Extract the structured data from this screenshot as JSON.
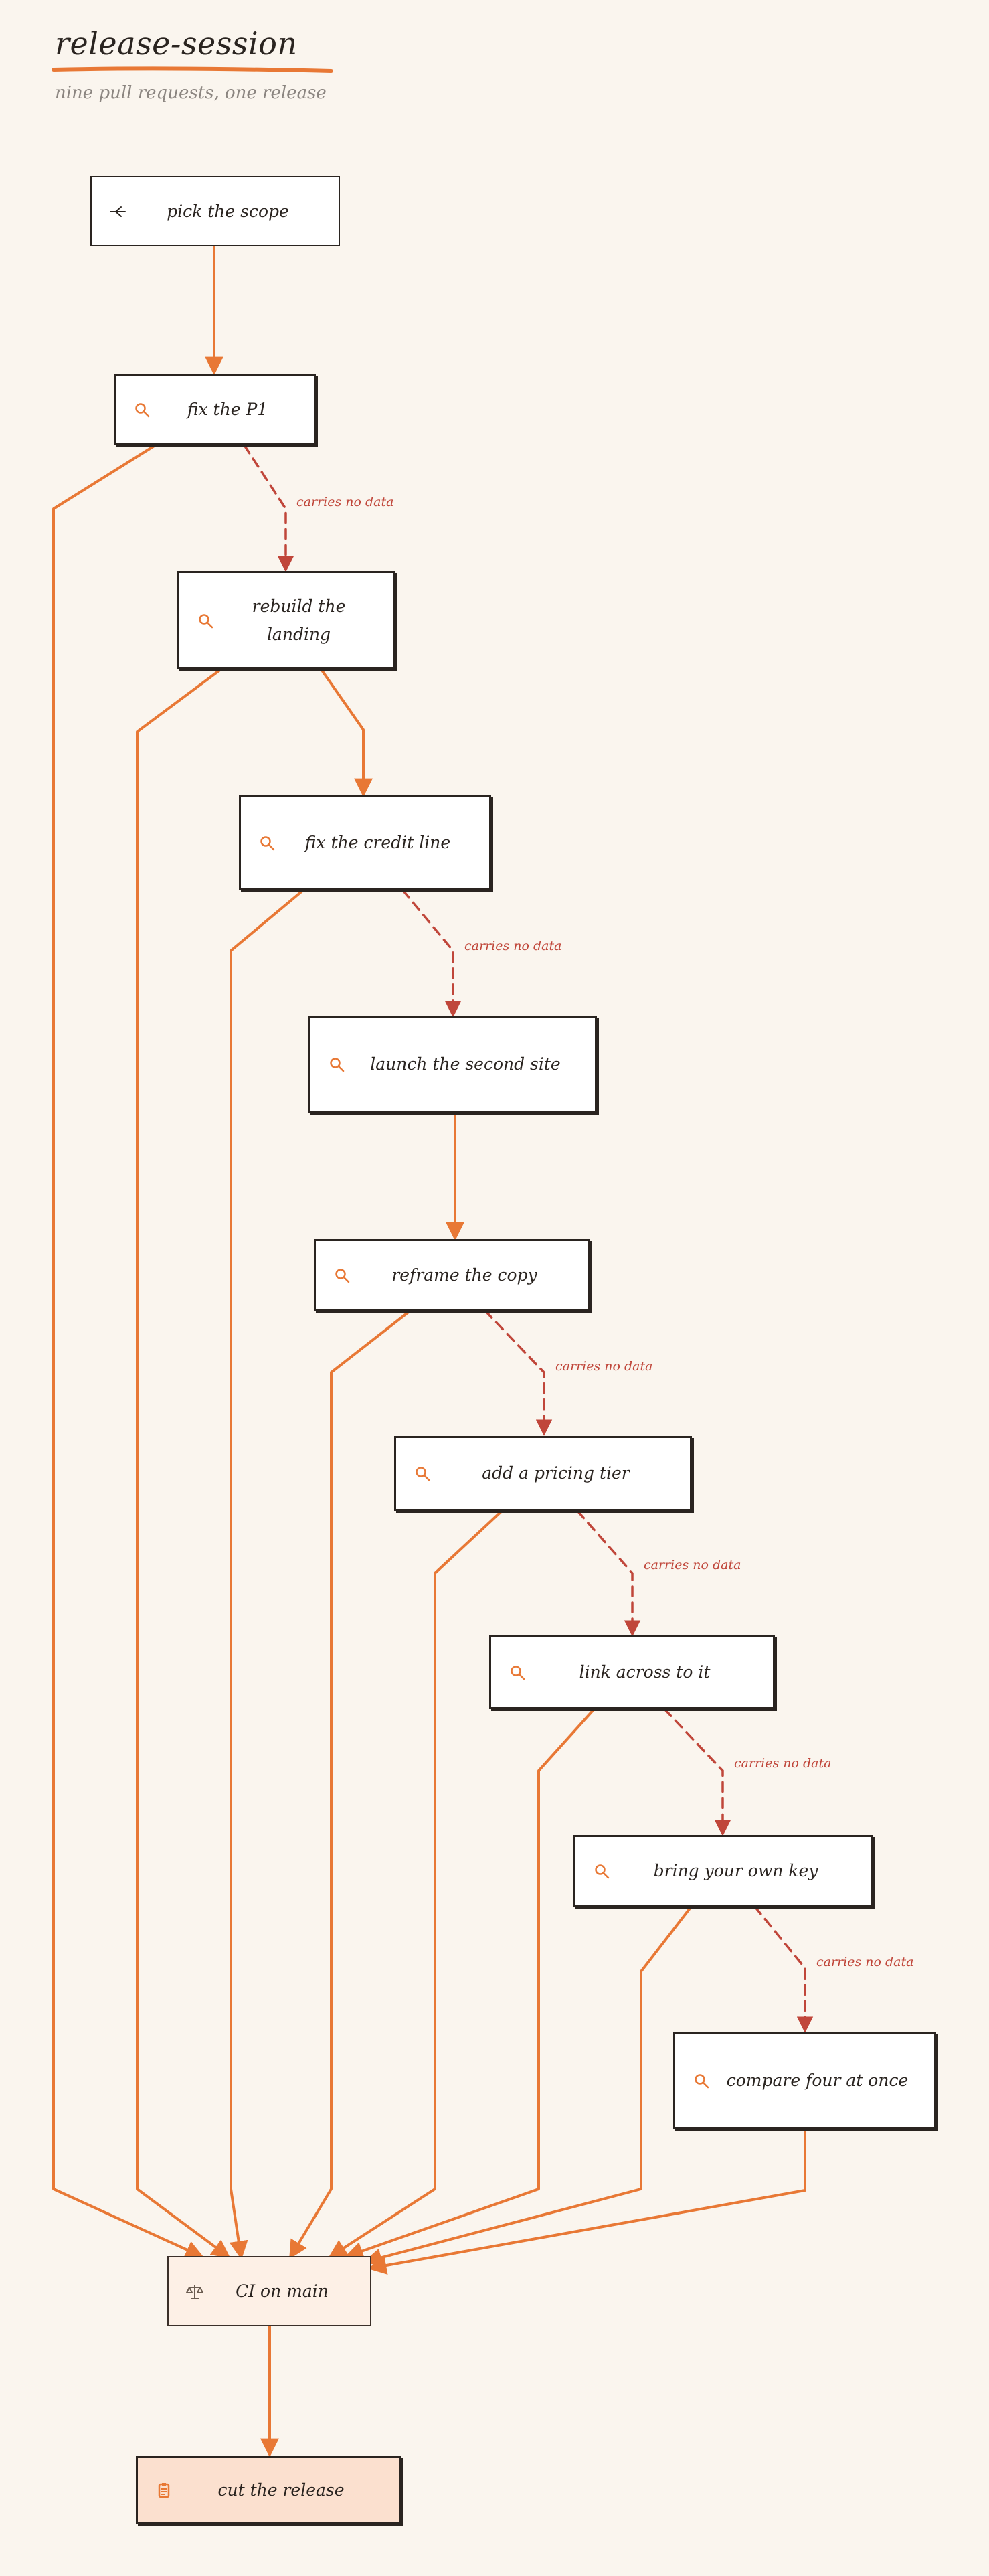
{
  "header": {
    "title": "release-session",
    "subtitle": "nine pull requests, one release"
  },
  "colors": {
    "background": "#faf5ee",
    "edge": "#e87835",
    "dashed_edge": "#c0463a",
    "node_border": "#2a2420",
    "ci_fill": "#fdf0e6",
    "release_fill": "#fbe0cf"
  },
  "nodes": [
    {
      "id": "scope",
      "label": "pick the scope",
      "icon": "fork-icon"
    },
    {
      "id": "p1",
      "label": "fix the P1",
      "icon": "search-icon"
    },
    {
      "id": "landing",
      "label": "rebuild the landing",
      "icon": "search-icon"
    },
    {
      "id": "credit",
      "label": "fix the credit line",
      "icon": "search-icon"
    },
    {
      "id": "second",
      "label": "launch the second site",
      "icon": "search-icon"
    },
    {
      "id": "copy",
      "label": "reframe the copy",
      "icon": "search-icon"
    },
    {
      "id": "pricing",
      "label": "add a pricing tier",
      "icon": "search-icon"
    },
    {
      "id": "link",
      "label": "link across to it",
      "icon": "search-icon"
    },
    {
      "id": "key",
      "label": "bring your own key",
      "icon": "search-icon"
    },
    {
      "id": "compare",
      "label": "compare four at once",
      "icon": "search-icon"
    },
    {
      "id": "ci",
      "label": "CI on main",
      "icon": "scales-icon"
    },
    {
      "id": "release",
      "label": "cut the release",
      "icon": "clipboard-icon"
    }
  ],
  "edge_labels": [
    "carries no data",
    "carries no data",
    "carries no data",
    "carries no data",
    "carries no data",
    "carries no data"
  ]
}
